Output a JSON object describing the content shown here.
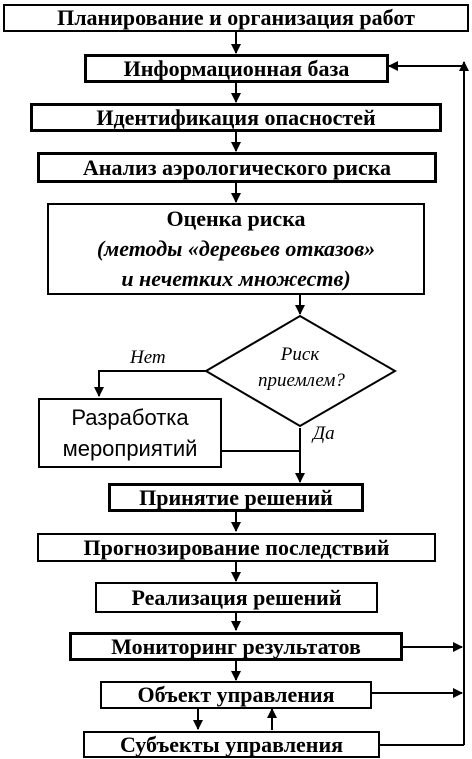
{
  "boxes": {
    "planning": "Планирование и организация работ",
    "info_base": "Информационная база",
    "hazard_id": "Идентификация опасностей",
    "risk_analysis": "Анализ аэрологического риска",
    "risk_eval": {
      "title": "Оценка риска",
      "line2": "(методы «деревьев отказов»",
      "line3": "и нечетких множеств)"
    },
    "decision": {
      "line1": "Риск",
      "line2": "приемлем?"
    },
    "measures": {
      "line1": "Разработка",
      "line2": "мероприятий"
    },
    "decisions": "Принятие решений",
    "forecast": "Прогнозирование последствий",
    "implementation": "Реализация решений",
    "monitoring": "Мониторинг результатов",
    "object": "Объект управления",
    "subjects": "Субъекты управления"
  },
  "labels": {
    "no": "Нет",
    "yes": "Да"
  },
  "colors": {
    "line": "#000000",
    "background": "#ffffff"
  }
}
